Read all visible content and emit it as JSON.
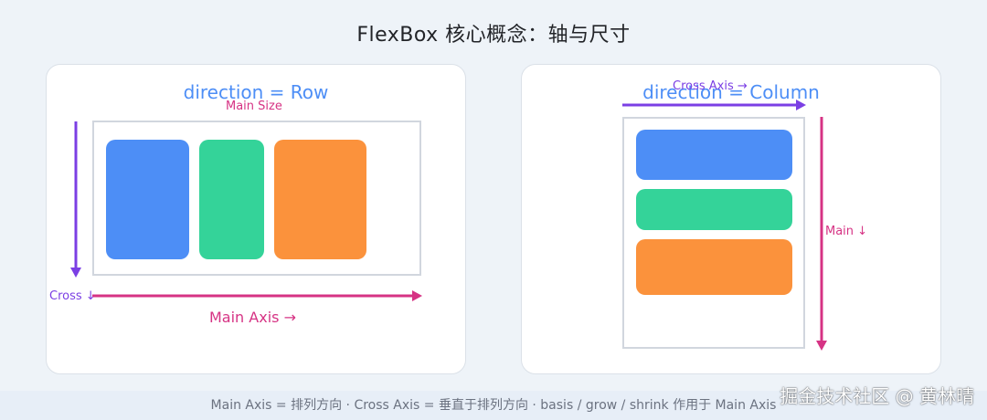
{
  "title": "FlexBox 核心概念：轴与尺寸",
  "colors": {
    "background": "#eef3f8",
    "panel": "#ffffff",
    "heading": "#4d8ef6",
    "main_axis": "#d63384",
    "cross_axis": "#7b3fe4",
    "item_blue": "#4d8ef6",
    "item_green": "#34d399",
    "item_orange": "#fb923c",
    "container_border": "#d1d6de"
  },
  "row_panel": {
    "heading": "direction = Row",
    "main_size_label": "Main Size",
    "cross_label": "Cross ↓",
    "main_axis_label": "Main Axis →",
    "items": [
      "blue",
      "green",
      "orange"
    ]
  },
  "column_panel": {
    "heading": "direction = Column",
    "cross_axis_label": "Cross Axis →",
    "main_label": "Main ↓",
    "items": [
      "blue",
      "green",
      "orange"
    ]
  },
  "footer": {
    "text": "Main Axis = 排列方向  ·  Cross Axis = 垂直于排列方向  ·  basis / grow / shrink 作用于 Main Axis"
  },
  "watermark": "掘金技术社区 @ 黄林晴"
}
